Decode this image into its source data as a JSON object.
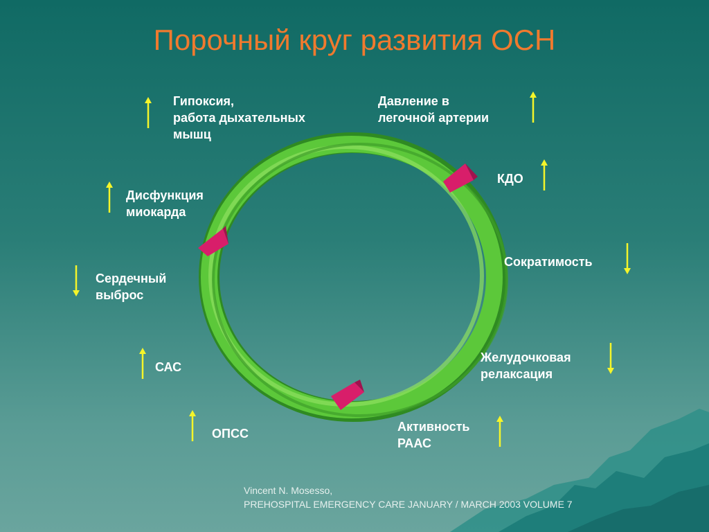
{
  "title": "Порочный круг развития ОСН",
  "colors": {
    "title": "#f07a2e",
    "label": "#ffffff",
    "arrow": "#f5f52a",
    "ring": "#5cc83a",
    "marker": "#d81e6a"
  },
  "nodes": [
    {
      "text": "Гипоксия,\nработа дыхательных\nмышц",
      "direction": "up"
    },
    {
      "text": "Давление в\nлегочной артерии",
      "direction": "up"
    },
    {
      "text": "КДО",
      "direction": "up"
    },
    {
      "text": "Сократимость",
      "direction": "down"
    },
    {
      "text": "Желудочковая\nрелаксация",
      "direction": "down"
    },
    {
      "text": "Активность\nРААС",
      "direction": "up"
    },
    {
      "text": "ОПСС",
      "direction": "up"
    },
    {
      "text": "САС",
      "direction": "up"
    },
    {
      "text": "Сердечный\nвыброс",
      "direction": "down"
    },
    {
      "text": "Дисфункция\nмиокарда",
      "direction": "up"
    }
  ],
  "credit": {
    "line1": "Vincent N. Mosesso,",
    "line2": "PREHOSPITAL EMERGENCY CARE JANUARY / MARCH 2003 VOLUME 7"
  }
}
